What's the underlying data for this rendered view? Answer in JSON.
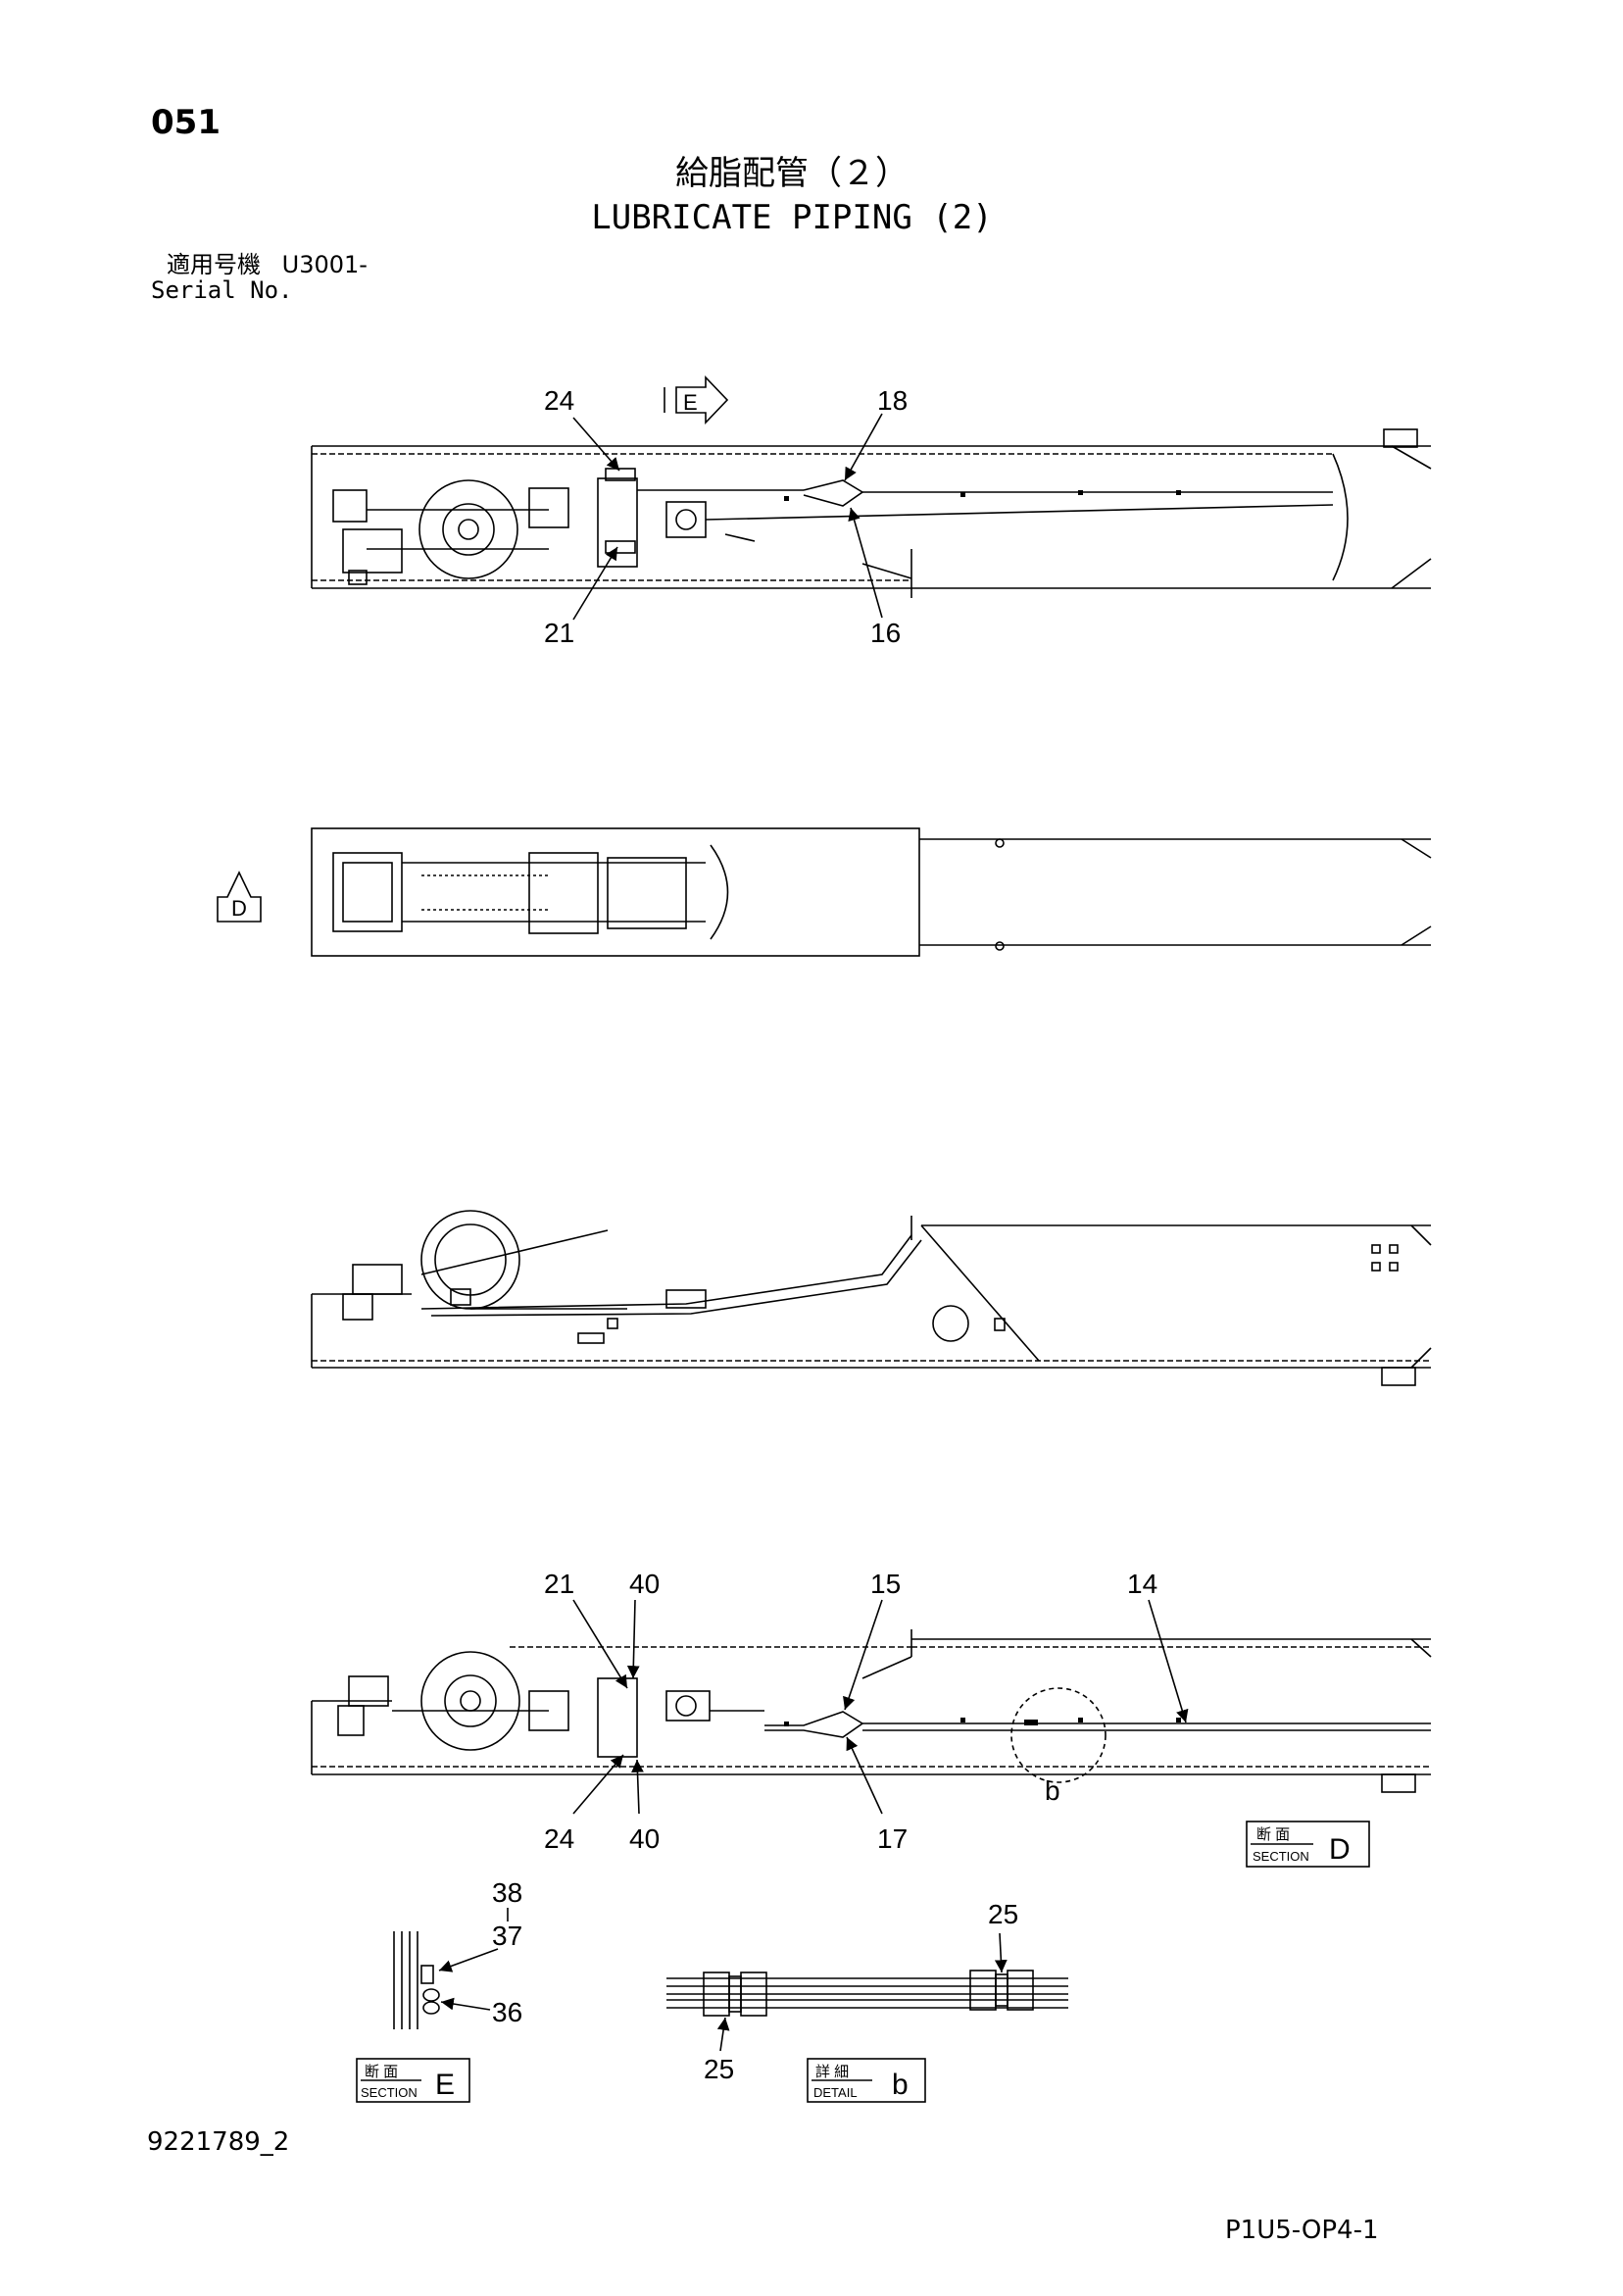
{
  "header": {
    "page_number": "051",
    "title_jp": "給脂配管（２）",
    "title_en": "LUBRICATE PIPING (2)",
    "serial_label_jp": "適用号機",
    "serial_value": "U3001-",
    "serial_label_en": "Serial No."
  },
  "callouts": {
    "view1": {
      "top_left": "24",
      "top_right": "18",
      "bottom_left": "21",
      "bottom_right": "16",
      "arrow_label": "E"
    },
    "view2": {
      "arrow_label": "D"
    },
    "view4": {
      "top_1": "21",
      "top_2": "40",
      "top_3": "15",
      "top_4": "14",
      "bottom_1": "24",
      "bottom_2": "40",
      "bottom_3": "17",
      "detail_circle": "b"
    },
    "section_e": {
      "n38": "38",
      "n37": "37",
      "n36": "36"
    },
    "detail_b": {
      "top": "25",
      "bottom": "25"
    }
  },
  "labels": {
    "section_d": {
      "jp": "断 面",
      "en": "SECTION",
      "letter": "D"
    },
    "section_e": {
      "jp": "断 面",
      "en": "SECTION",
      "letter": "E"
    },
    "detail_b": {
      "jp": "詳 細",
      "en": "DETAIL",
      "letter": "b"
    }
  },
  "footer": {
    "drawing_number": "9221789_2",
    "sheet_code": "P1U5-OP4-1"
  }
}
